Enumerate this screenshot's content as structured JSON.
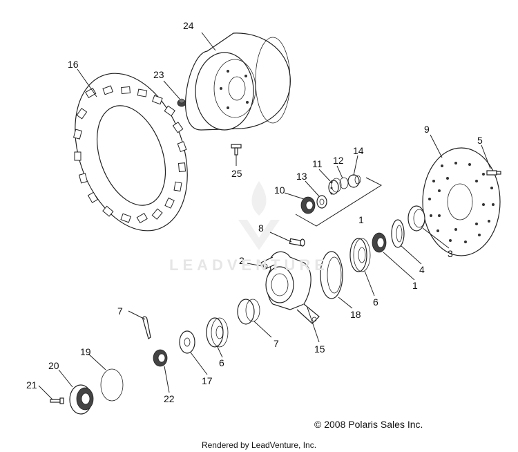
{
  "diagram": {
    "callouts": [
      "24",
      "16",
      "23",
      "25",
      "9",
      "5",
      "14",
      "11",
      "12",
      "13",
      "10",
      "1",
      "8",
      "2",
      "3",
      "4",
      "1",
      "6",
      "7",
      "18",
      "7",
      "15",
      "19",
      "20",
      "6",
      "17",
      "21",
      "22"
    ],
    "watermark_text": "LEADVENTURE",
    "copyright": "© 2008 Polaris Sales Inc.",
    "footer": "Rendered by LeadVenture, Inc."
  }
}
